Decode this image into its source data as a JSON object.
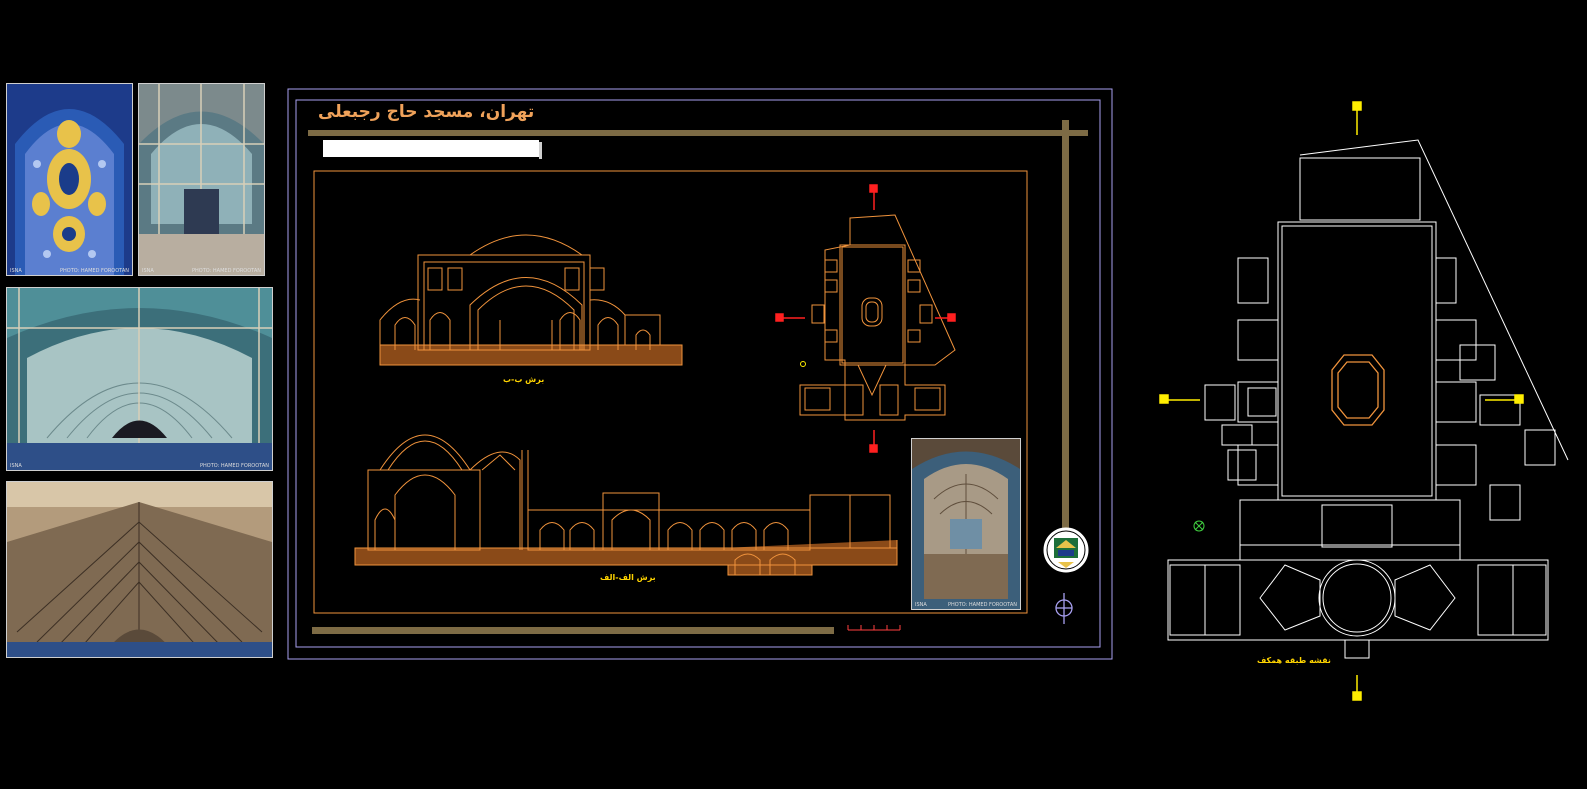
{
  "sheet": {
    "title": "تهران، مسجد حاج رجبعلی",
    "section_b_label": "برش ب-ب",
    "section_a_label": "برش الف-الف",
    "plan_label": "نقشه طبقه همکف"
  },
  "photos": [
    {
      "name": "tile-panel-photo",
      "credit_left": "ISNA",
      "credit_right": "PHOTO: HAMED FOROOTAN"
    },
    {
      "name": "courtyard-iwan-photo",
      "credit_left": "ISNA",
      "credit_right": "PHOTO: HAMED FOROOTAN"
    },
    {
      "name": "muqarnas-vault-photo",
      "credit_left": "ISNA",
      "credit_right": "PHOTO: HAMED FOROOTAN"
    },
    {
      "name": "dome-ceiling-photo",
      "credit_left": "",
      "credit_right": ""
    },
    {
      "name": "mihrab-niche-photo",
      "credit_left": "ISNA",
      "credit_right": "PHOTO: HAMED FOROOTAN"
    }
  ],
  "colors": {
    "background": "#000000",
    "drawing_line": "#f0933c",
    "frame_line": "#a8a0f0",
    "bar": "#7d6b45",
    "plan_line": "#ffffff",
    "marker": "#ffee00",
    "section_marker": "#ff2020"
  }
}
